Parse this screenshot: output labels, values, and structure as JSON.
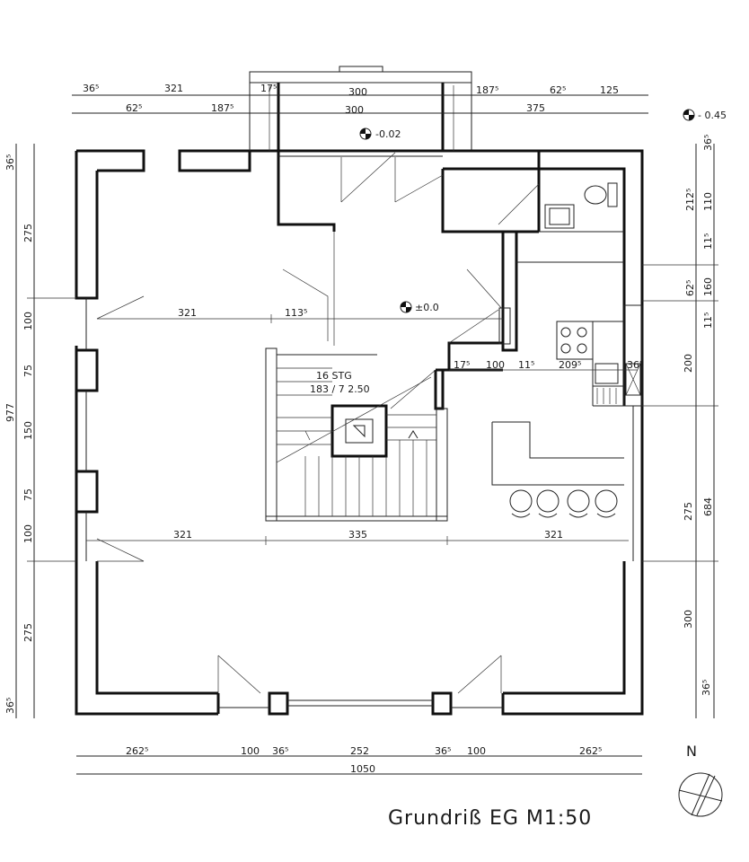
{
  "title": "Grundriß EG  M1:50",
  "levels": {
    "main": "±0.0",
    "terrace": "-0.02",
    "outside": "- 0.45"
  },
  "stair": {
    "steps": "16  STG",
    "formula": "183 / 7 2.50"
  },
  "north_label": "N",
  "dims_top_outer": [
    "36⁵",
    "321",
    "17⁵",
    "300",
    "187⁵",
    "62⁵",
    "125"
  ],
  "dims_top_inner": [
    "62⁵",
    "187⁵",
    "300",
    "375"
  ],
  "dims_bottom_inner": [
    "262⁵",
    "100",
    "36⁵",
    "252",
    "36⁵",
    "100",
    "262⁵"
  ],
  "dims_bottom_total": "1050",
  "dims_left": [
    "36⁵",
    "275",
    "100",
    "75",
    "150",
    "75",
    "100",
    "275",
    "36⁵"
  ],
  "dims_left_total": "977",
  "dims_right_upper": [
    "36⁵",
    "212⁵",
    "110",
    "11⁵",
    "62⁵",
    "160",
    "11⁵",
    "200"
  ],
  "dims_right_lower": [
    "275",
    "300",
    "36⁵"
  ],
  "dims_right_total": "684",
  "dims_interior": {
    "row1": [
      "321",
      "113⁵"
    ],
    "row2": [
      "17⁵",
      "100",
      "11⁵",
      "209⁵",
      "36⁵"
    ],
    "row3": [
      "321",
      "335",
      "321"
    ]
  }
}
